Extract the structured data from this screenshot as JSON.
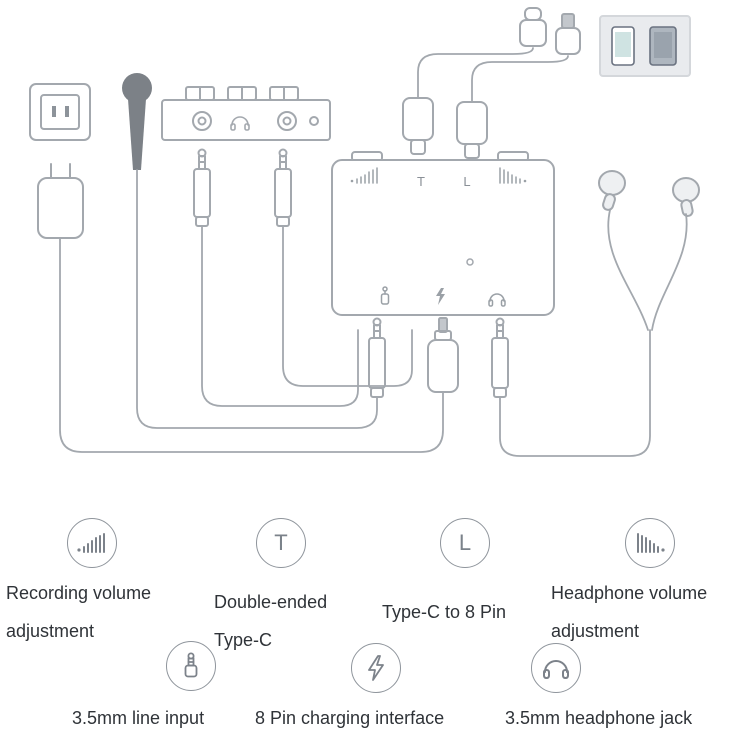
{
  "device": {
    "t_port_label": "T",
    "l_port_label": "L"
  },
  "legend": {
    "recording": {
      "label_line1": "Recording volume",
      "label_line2": "adjustment",
      "icon": "recording-volume-icon"
    },
    "type_c": {
      "symbol": "T",
      "label_line1": "Double-ended",
      "label_line2": "Type-C",
      "icon": "letter-t-icon"
    },
    "eight_pin": {
      "symbol": "L",
      "label": "Type-C to 8 Pin",
      "icon": "letter-l-icon"
    },
    "headphone_volume": {
      "label_line1": "Headphone volume",
      "label_line2": "adjustment",
      "icon": "headphone-volume-icon"
    },
    "line_input": {
      "label": "3.5mm line input",
      "icon": "aux-plug-icon"
    },
    "charging": {
      "label": "8 Pin charging interface",
      "icon": "lightning-bolt-icon"
    },
    "headphone_jack": {
      "label": "3.5mm headphone jack",
      "icon": "headphones-icon"
    }
  },
  "colors": {
    "line_art": "#a3a8ae",
    "text": "#2f3338",
    "accent_gray": "#7b828a"
  }
}
